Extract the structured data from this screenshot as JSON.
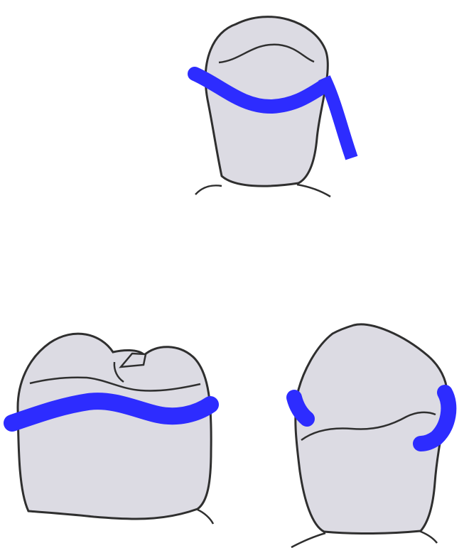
{
  "figure": {
    "description_visible_text": "",
    "colors": {
      "tooth_fill": "#dcdbe3",
      "outline": "#2f2f2f",
      "band": "#2d2cff",
      "background": "#ffffff"
    },
    "views": [
      {
        "name": "top-tooth"
      },
      {
        "name": "bottom-left-tooth"
      },
      {
        "name": "bottom-right-tooth"
      }
    ]
  }
}
